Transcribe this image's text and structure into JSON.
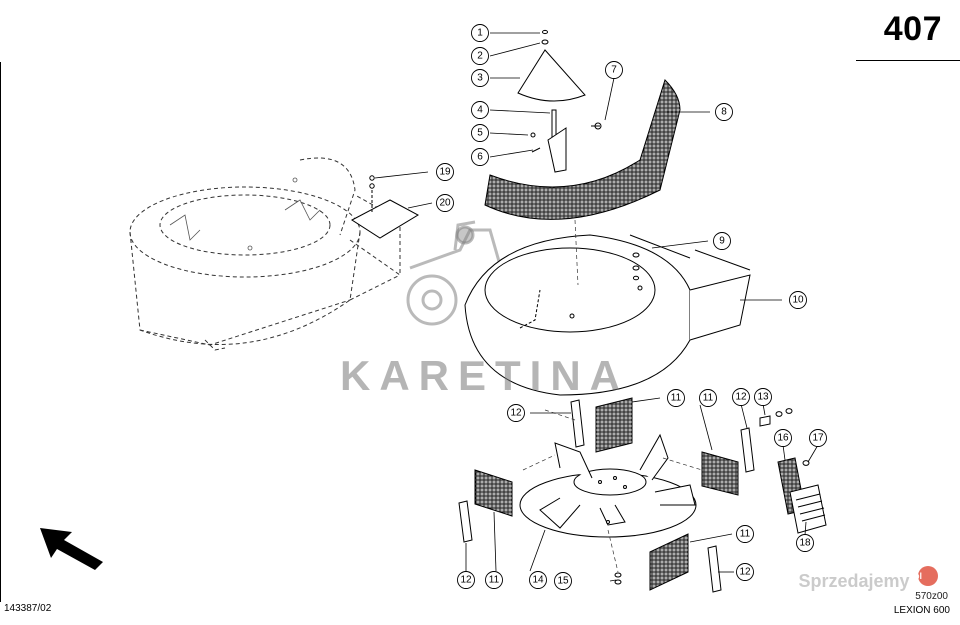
{
  "page": {
    "number": "407",
    "drawing_id": "143387/02",
    "model": "LEXION 600",
    "code": "570z00"
  },
  "watermark": {
    "brand": "KARETINA",
    "site": "Sprzedajemy",
    "site_badge": ".pl"
  },
  "callouts": [
    "1",
    "2",
    "3",
    "4",
    "5",
    "6",
    "7",
    "8",
    "9",
    "10",
    "11",
    "12",
    "13",
    "14",
    "15",
    "16",
    "17",
    "18",
    "19",
    "20"
  ],
  "icons": {
    "direction_arrow": "arrow-up-left-icon",
    "tractor": "tractor-icon"
  }
}
